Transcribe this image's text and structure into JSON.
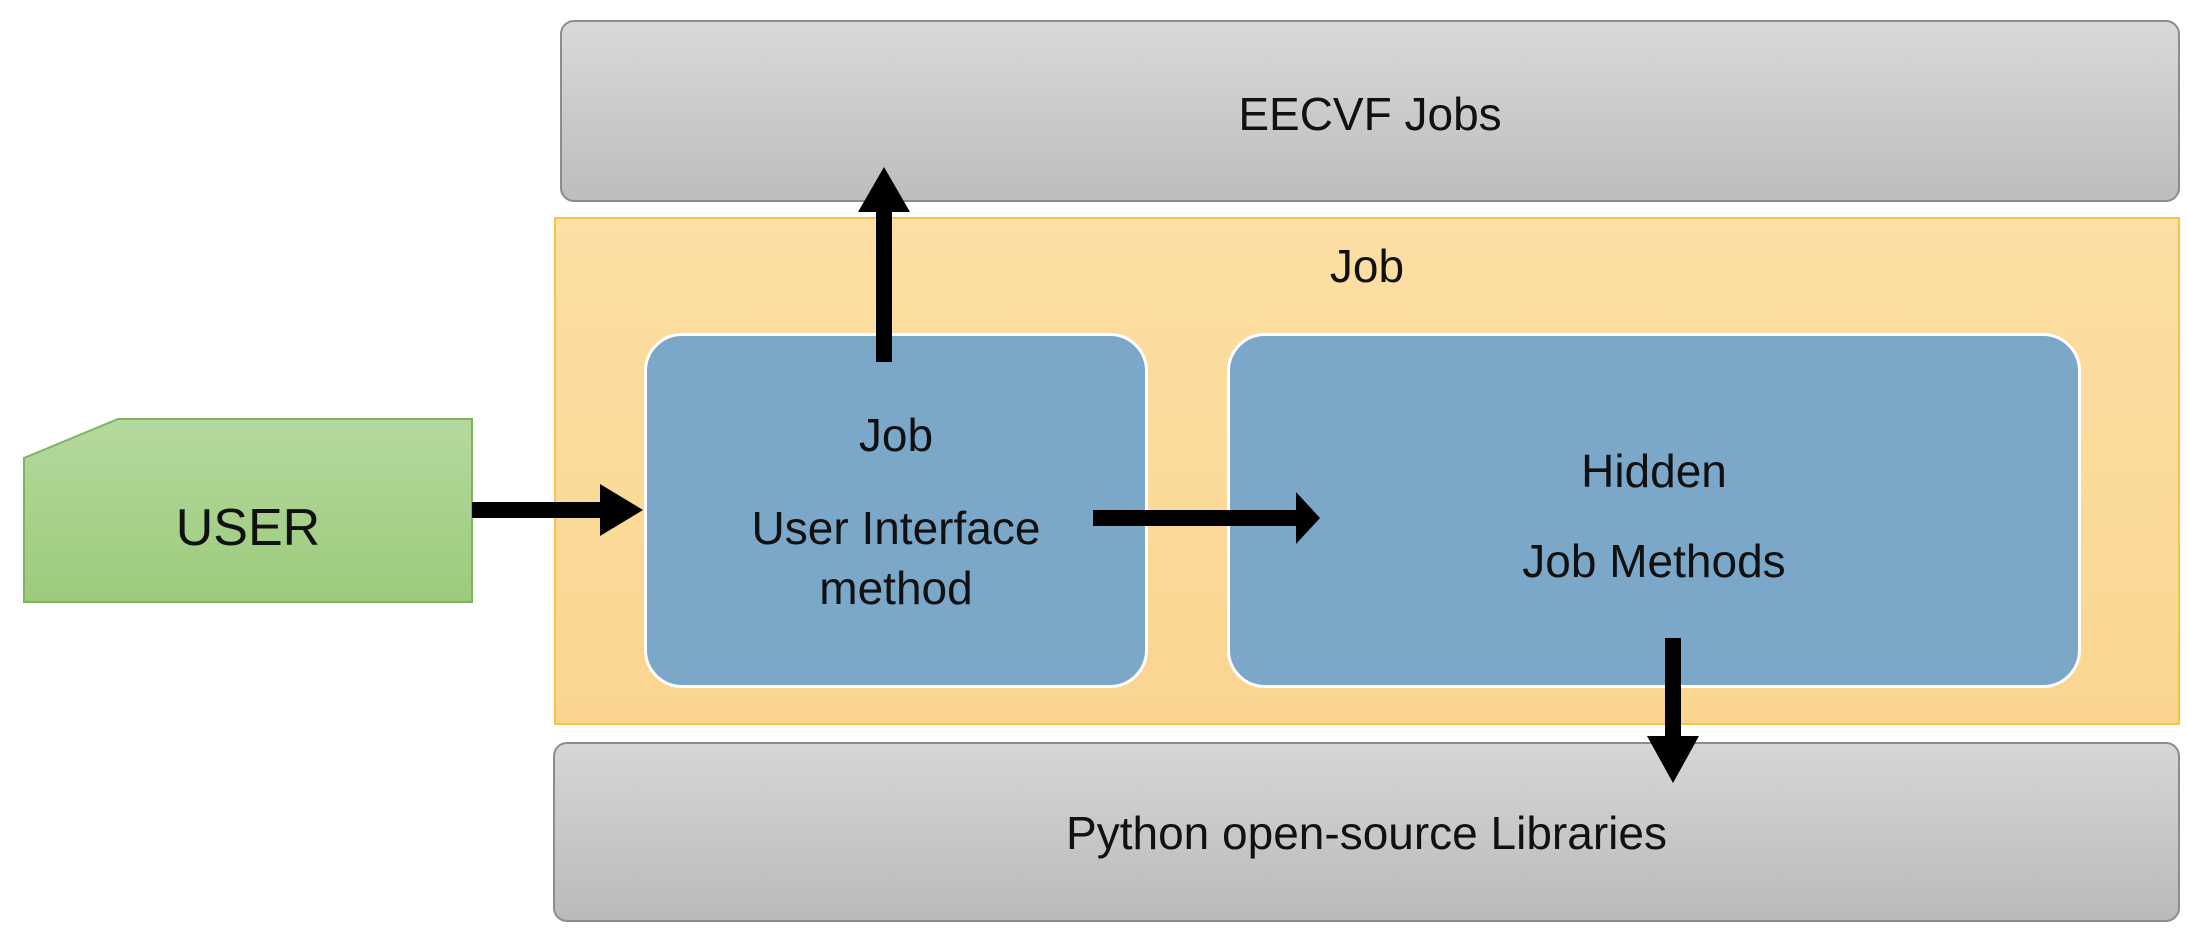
{
  "diagram": {
    "eecvf_jobs": "EECVF Jobs",
    "python_libraries": "Python open-source Libraries",
    "job_container_title": "Job",
    "ui_method": {
      "line1": "Job",
      "line2": "User Interface",
      "line3": "method"
    },
    "hidden_methods": {
      "line1": "Hidden",
      "line2": "Job Methods"
    },
    "user": "USER"
  },
  "colors": {
    "gray_box": "#c8c8c8",
    "job_container": "#fcd998",
    "method_box": "#7ba7c8",
    "user_shape": "#a9d18e",
    "arrow": "#000000"
  }
}
